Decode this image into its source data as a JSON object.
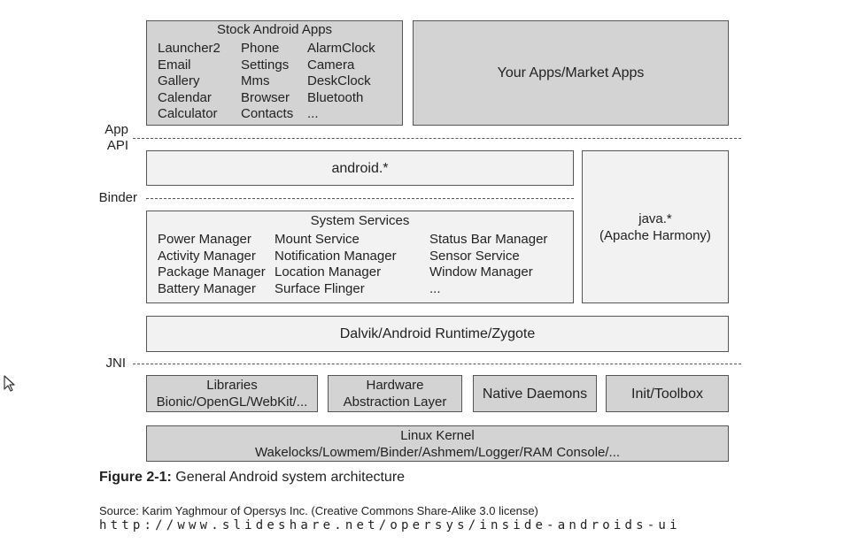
{
  "stock_apps": {
    "title": "Stock Android Apps",
    "columns": [
      [
        "Launcher2",
        "Email",
        "Gallery",
        "Calendar",
        "Calculator"
      ],
      [
        "Phone",
        "Settings",
        "Mms",
        "Browser",
        "Contacts"
      ],
      [
        "AlarmClock",
        "Camera",
        "DeskClock",
        "Bluetooth",
        "..."
      ]
    ]
  },
  "your_apps": "Your Apps/Market Apps",
  "layers": {
    "app_api_label_line1": "App",
    "app_api_label_line2": "API",
    "binder_label": "Binder",
    "jni_label": "JNI"
  },
  "android_box": "android.*",
  "java_box": {
    "line1": "java.*",
    "line2": "(Apache Harmony)"
  },
  "system_services": {
    "title": "System Services",
    "columns": [
      [
        "Power Manager",
        "Activity Manager",
        "Package Manager",
        "Battery Manager"
      ],
      [
        "Mount Service",
        "Notification Manager",
        "Location Manager",
        "Surface Flinger"
      ],
      [
        "Status Bar Manager",
        "Sensor Service",
        "Window Manager",
        "..."
      ]
    ]
  },
  "runtime": "Dalvik/Android Runtime/Zygote",
  "native": {
    "libraries": {
      "line1": "Libraries",
      "line2": "Bionic/OpenGL/WebKit/..."
    },
    "hal": {
      "line1": "Hardware",
      "line2": "Abstraction Layer"
    },
    "daemons": "Native Daemons",
    "init": "Init/Toolbox"
  },
  "kernel": {
    "line1": "Linux Kernel",
    "line2": "Wakelocks/Lowmem/Binder/Ashmem/Logger/RAM Console/..."
  },
  "caption": {
    "label": "Figure 2-1:",
    "text": "General Android system architecture"
  },
  "source": "Source: Karim Yaghmour of Opersys Inc. (Creative Commons Share-Alike 3.0 license)",
  "url": "http://www.slideshare.net/opersys/inside-androids-ui"
}
